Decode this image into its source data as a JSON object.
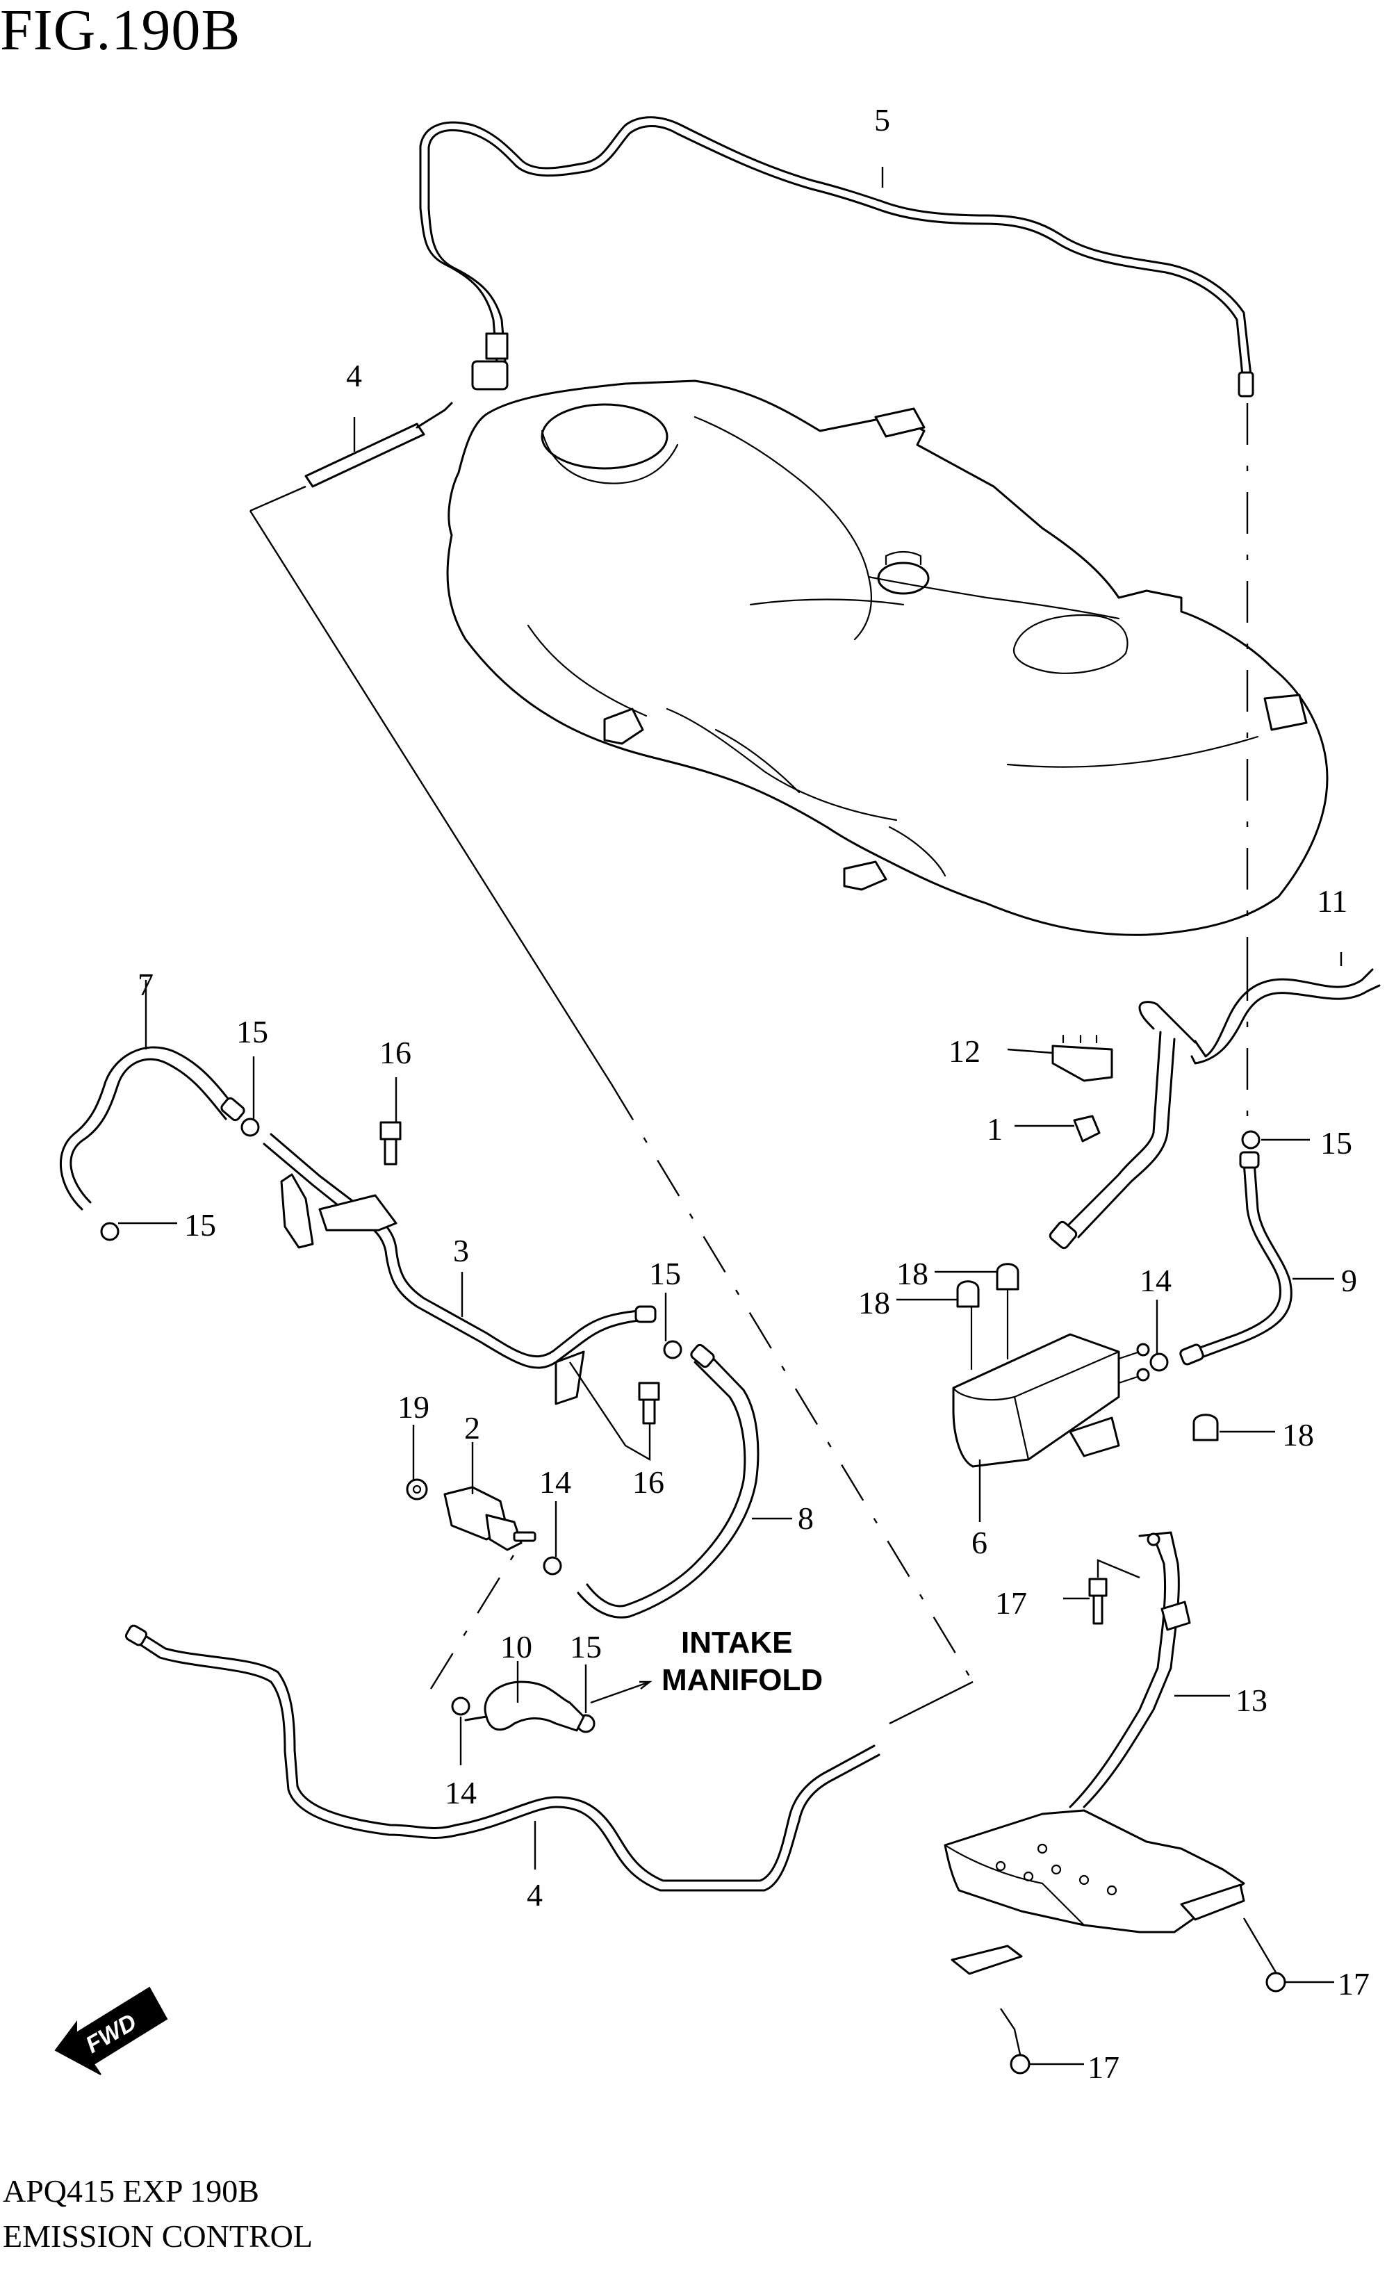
{
  "figure": {
    "title": "FIG.190B",
    "code": "APQ415 EXP 190B",
    "name": "EMISSION CONTROL"
  },
  "callouts": [
    {
      "id": "c5",
      "text": "5"
    },
    {
      "id": "c4a",
      "text": "4"
    },
    {
      "id": "c11",
      "text": "11"
    },
    {
      "id": "c12",
      "text": "12"
    },
    {
      "id": "c1",
      "text": "1"
    },
    {
      "id": "c15a",
      "text": "15"
    },
    {
      "id": "c7",
      "text": "7"
    },
    {
      "id": "c15b",
      "text": "15"
    },
    {
      "id": "c16a",
      "text": "16"
    },
    {
      "id": "c15c",
      "text": "15"
    },
    {
      "id": "c3",
      "text": "3"
    },
    {
      "id": "c15d",
      "text": "15"
    },
    {
      "id": "c18a",
      "text": "18"
    },
    {
      "id": "c18b",
      "text": "18"
    },
    {
      "id": "c14a",
      "text": "14"
    },
    {
      "id": "c9",
      "text": "9"
    },
    {
      "id": "c19",
      "text": "19"
    },
    {
      "id": "c2",
      "text": "2"
    },
    {
      "id": "c14b",
      "text": "14"
    },
    {
      "id": "c16b",
      "text": "16"
    },
    {
      "id": "c8",
      "text": "8"
    },
    {
      "id": "c18c",
      "text": "18"
    },
    {
      "id": "c6",
      "text": "6"
    },
    {
      "id": "c17a",
      "text": "17"
    },
    {
      "id": "c10",
      "text": "10"
    },
    {
      "id": "c15e",
      "text": "15"
    },
    {
      "id": "c13",
      "text": "13"
    },
    {
      "id": "c14c",
      "text": "14"
    },
    {
      "id": "c4b",
      "text": "4"
    },
    {
      "id": "c17b",
      "text": "17"
    },
    {
      "id": "c17c",
      "text": "17"
    }
  ],
  "notes": {
    "intake_line1": "INTAKE",
    "intake_line2": "MANIFOLD",
    "fwd": "FWD"
  }
}
